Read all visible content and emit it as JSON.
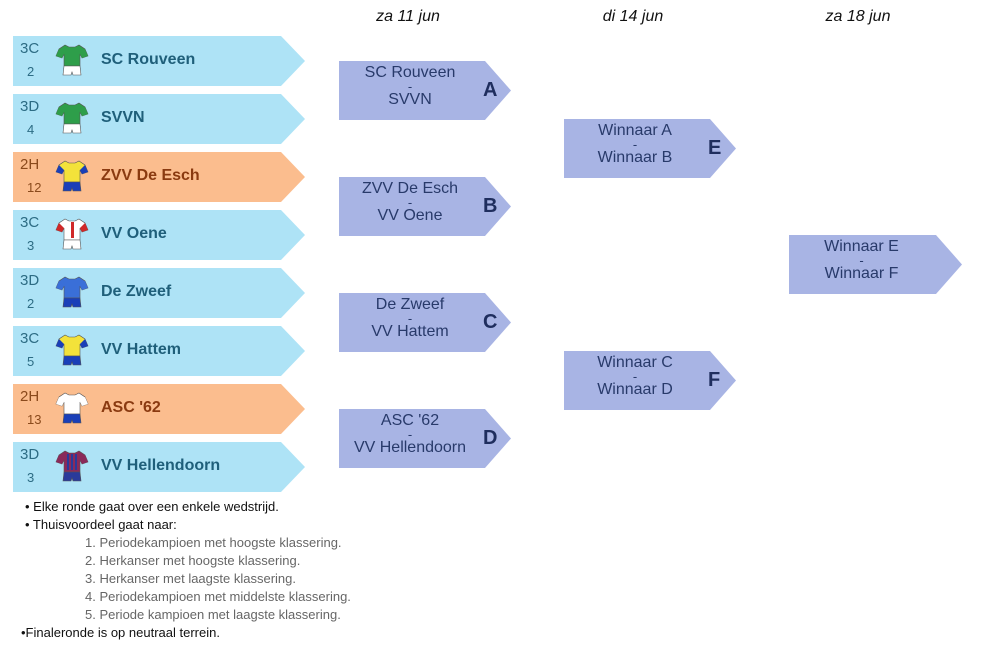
{
  "dates": [
    "za 11 jun",
    "di 14 jun",
    "za 18 jun"
  ],
  "teams": [
    {
      "group": "3C",
      "rank": "2",
      "name": "SC Rouveen",
      "style": "light",
      "shirt": "green-white"
    },
    {
      "group": "3D",
      "rank": "4",
      "name": "SVVN",
      "style": "light",
      "shirt": "green-white"
    },
    {
      "group": "2H",
      "rank": "12",
      "name": "ZVV De Esch",
      "style": "orange",
      "shirt": "yellow-blue"
    },
    {
      "group": "3C",
      "rank": "3",
      "name": "VV Oene",
      "style": "light",
      "shirt": "white-red"
    },
    {
      "group": "3D",
      "rank": "2",
      "name": "De Zweef",
      "style": "light",
      "shirt": "blue"
    },
    {
      "group": "3C",
      "rank": "5",
      "name": "VV Hattem",
      "style": "light",
      "shirt": "yellow-blue"
    },
    {
      "group": "2H",
      "rank": "13",
      "name": "ASC '62",
      "style": "orange",
      "shirt": "white-blue"
    },
    {
      "group": "3D",
      "rank": "3",
      "name": "VV Hellendoorn",
      "style": "light",
      "shirt": "red-blue-stripes"
    }
  ],
  "matches_round1": [
    {
      "home": "SC Rouveen",
      "away": "SVVN",
      "letter": "A"
    },
    {
      "home": "ZVV De Esch",
      "away": "VV Oene",
      "letter": "B"
    },
    {
      "home": "De Zweef",
      "away": "VV Hattem",
      "letter": "C"
    },
    {
      "home": "ASC '62",
      "away": "VV Hellendoorn",
      "letter": "D"
    }
  ],
  "matches_round2": [
    {
      "home": "Winnaar A",
      "away": "Winnaar B",
      "letter": "E"
    },
    {
      "home": "Winnaar C",
      "away": "Winnaar D",
      "letter": "F"
    }
  ],
  "final": {
    "home": "Winnaar E",
    "away": "Winnaar F"
  },
  "separator": "-",
  "notes": {
    "line1": "• Elke ronde gaat over een enkele wedstrijd.",
    "line2": "• Thuisvoordeel gaat naar:",
    "items": [
      "1. Periodekampioen met hoogste klassering.",
      "2. Herkanser met hoogste klassering.",
      "3. Herkanser met laagste klassering.",
      "4. Periodekampioen met middelste klassering.",
      "5. Periode kampioen met laagste klassering."
    ],
    "last": "•Finaleronde is op neutraal terrein."
  },
  "colors": {
    "team_light": "#aee3f6",
    "team_orange": "#fbbd8e",
    "match": "#a8b4e4"
  }
}
